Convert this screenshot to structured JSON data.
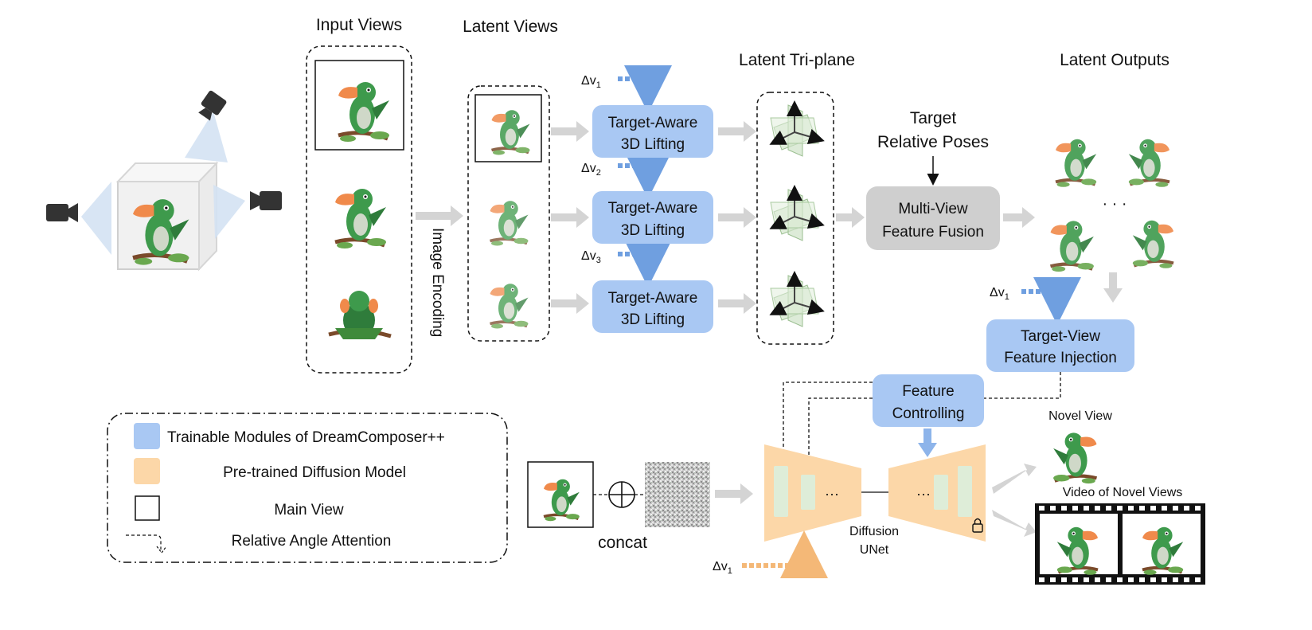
{
  "headers": {
    "input_views": "Input Views",
    "latent_views": "Latent Views",
    "latent_triplane": "Latent Tri-plane",
    "latent_outputs": "Latent Outputs"
  },
  "image_encoding": "Image Encoding",
  "lifting_line1": "Target-Aware",
  "lifting_line2": "3D Lifting",
  "deltas": {
    "d1": "Δv",
    "d1_sub": "1",
    "d2": "Δv",
    "d2_sub": "2",
    "d3": "Δv",
    "d3_sub": "3",
    "injection_delta": "Δv",
    "injection_delta_sub": "1",
    "unet_delta": "Δv",
    "unet_delta_sub": "1"
  },
  "target_poses_line1": "Target",
  "target_poses_line2": "Relative Poses",
  "fusion_line1": "Multi-View",
  "fusion_line2": "Feature Fusion",
  "ellipsis": "· · ·",
  "injection_line1": "Target-View",
  "injection_line2": "Feature Injection",
  "controlling_line1": "Feature",
  "controlling_line2": "Controlling",
  "concat": "concat",
  "unet_line1": "Diffusion",
  "unet_line2": "UNet",
  "unet_dots": "···",
  "novel_view": "Novel View",
  "video_label": "Video of Novel Views",
  "legend": {
    "trainable": "Trainable Modules of DreamComposer++",
    "pretrained": "Pre-trained Diffusion Model",
    "main_view": "Main View",
    "relative_angle": "Relative Angle Attention"
  },
  "colors": {
    "trainable_blue": "#a9c8f3",
    "pretrained_orange": "#fcd7a8",
    "fusion_gray": "#cfcfcf",
    "arrow_gray": "#d4d4d4",
    "parrot_green": "#3e9a4c",
    "beak_orange": "#f08a4b"
  }
}
